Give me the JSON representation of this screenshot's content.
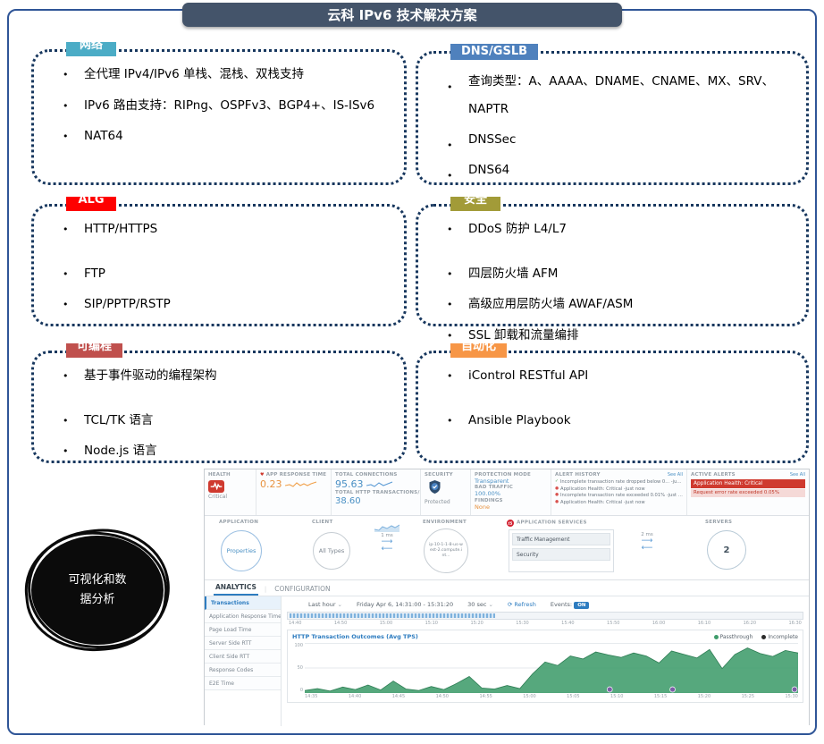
{
  "page": {
    "title": "云科 IPv6 技术解决方案"
  },
  "boxes": [
    {
      "label": "网络",
      "color": "#4bacc6",
      "bullets": [
        "全代理 IPv4/IPv6 单栈、混栈、双栈支持",
        "IPv6 路由支持：RIPng、OSPFv3、BGP4+、IS-ISv6",
        "NAT64"
      ]
    },
    {
      "label": "DNS/GSLB",
      "color": "#4f81bd",
      "bullets": [
        "查询类型：A、AAAA、DNAME、CNAME、MX、SRV、NAPTR",
        "DNSSec",
        "DNS64"
      ]
    },
    {
      "label": "ALG",
      "color": "#fe0000",
      "bullets": [
        "HTTP/HTTPS",
        "FTP",
        "SIP/PPTP/RSTP"
      ]
    },
    {
      "label": "安全",
      "color": "#a29b38",
      "bullets": [
        "DDoS 防护 L4/L7",
        "四层防火墙 AFM",
        "高级应用层防火墙 AWAF/ASM",
        "SSL 卸载和流量编排"
      ]
    },
    {
      "label": "可编程",
      "color": "#c0504d",
      "bullets": [
        "基于事件驱动的编程架构",
        "TCL/TK 语言",
        "Node.js 语言"
      ]
    },
    {
      "label": "自动化",
      "color": "#f79646",
      "bullets": [
        "iControl RESTful API",
        "Ansible Playbook"
      ]
    }
  ],
  "ellipse": {
    "line1": "可视化和数",
    "line2": "据分析"
  },
  "dashboard": {
    "health": {
      "label": "HEALTH",
      "status": "Critical"
    },
    "app_response_time": {
      "label": "APP RESPONSE TIME",
      "value": "0.23"
    },
    "total_connections": {
      "label": "TOTAL CONNECTIONS",
      "value": "95.63"
    },
    "total_http": {
      "label": "TOTAL HTTP TRANSACTIONS/S",
      "value": "38.60"
    },
    "security": {
      "label": "SECURITY",
      "status": "Protected"
    },
    "protection_mode": {
      "label": "PROTECTION MODE",
      "value": "Transparent"
    },
    "bad_traffic": {
      "label": "BAD TRAFFIC",
      "value": "100.00%"
    },
    "findings": {
      "label": "FINDINGS",
      "value": "None"
    },
    "alert_history": {
      "label": "ALERT HISTORY",
      "see_all": "See All",
      "items": [
        {
          "type": "ok",
          "text": "Incomplete transaction rate dropped below 0...",
          "time": "-just now"
        },
        {
          "type": "error",
          "text": "Application Health: Critical",
          "time": "-just now"
        },
        {
          "type": "error",
          "text": "Incomplete transaction rate exceeded 0.01%",
          "time": "-just now"
        },
        {
          "type": "error",
          "text": "Application Health: Critical",
          "time": "-just now"
        }
      ]
    },
    "active_alerts": {
      "label": "ACTIVE ALERTS",
      "see_all": "See All",
      "banner": "Application Health: Critical",
      "secondary": "Request error rate exceeded 0.05%"
    },
    "topology": {
      "application": {
        "label": "APPLICATION",
        "node": "Properties"
      },
      "client": {
        "label": "CLIENT",
        "node": "All Types"
      },
      "client_latency": "1 ms",
      "environment": {
        "label": "ENVIRONMENT",
        "node": "ip-10-1-1-8-us-west-2.compute.int..."
      },
      "services": {
        "label": "APPLICATION SERVICES",
        "items": [
          "Traffic Management",
          "Security"
        ]
      },
      "server_latency": "2 ms",
      "servers": {
        "label": "SERVERS",
        "node": "2"
      }
    },
    "tabs": [
      {
        "label": "ANALYTICS"
      },
      {
        "label": "CONFIGURATION"
      }
    ],
    "sidebar": [
      "Transactions",
      "Application Response Time",
      "Page Load Time",
      "Server Side RTT",
      "Client Side RTT",
      "Response Codes",
      "E2E Time"
    ],
    "toolbar": {
      "range": "Last hour",
      "date": "Friday Apr 6, 14:31:00 - 15:31:20",
      "interval": "30 sec",
      "refresh": "Refresh",
      "events_label": "Events:",
      "events_state": "ON"
    },
    "timeline_ticks": [
      "14:40",
      "14:50",
      "15:00",
      "15:10",
      "15:20",
      "15:30",
      "15:40",
      "15:50",
      "16:00",
      "16:10",
      "16:20",
      "16:30"
    ],
    "chart": {
      "type": "area",
      "title": "HTTP Transaction Outcomes (Avg TPS)",
      "legend": [
        {
          "name": "Passthrough",
          "color": "#3f9c6b"
        },
        {
          "name": "Incomplete",
          "color": "#2b2b2b"
        }
      ],
      "ylim": [
        0,
        100
      ],
      "yticks": [
        0,
        50,
        100
      ],
      "xticks": [
        "14:35",
        "14:40",
        "14:45",
        "14:50",
        "14:55",
        "15:00",
        "15:05",
        "15:10",
        "15:15",
        "15:20",
        "15:25",
        "15:30"
      ],
      "values": [
        5,
        9,
        4,
        12,
        7,
        16,
        6,
        24,
        8,
        5,
        13,
        7,
        19,
        33,
        10,
        8,
        15,
        9,
        38,
        62,
        55,
        74,
        68,
        82,
        76,
        71,
        80,
        74,
        60,
        84,
        77,
        70,
        87,
        49,
        77,
        90,
        79,
        73,
        85,
        80
      ],
      "event_times": [
        "15:09",
        "15:16",
        "15:30"
      ]
    }
  }
}
